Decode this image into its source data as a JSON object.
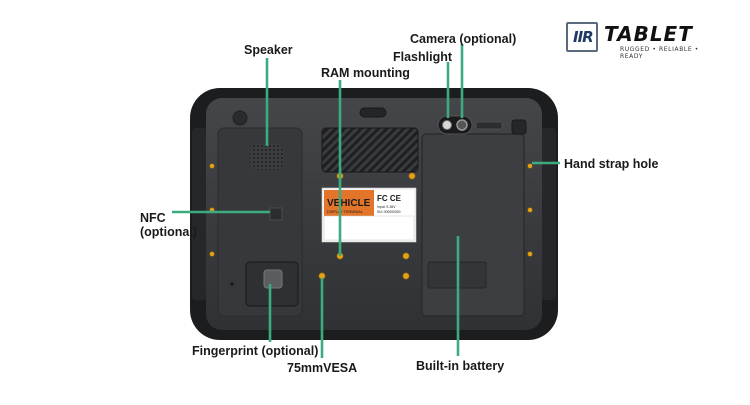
{
  "logo": {
    "mark_text": "IIR",
    "word": "TABLET",
    "tagline": "RUGGED • RELIABLE • READY"
  },
  "label_panel": {
    "brand_line1": "VEHICLE",
    "brand_line2": "DISPLAY TERMINAL",
    "cert": "FC CE",
    "input_text": "Input: 9-36V",
    "serial_text": "SN: 000000000"
  },
  "callouts": {
    "camera": "Camera (optional)",
    "flashlight": "Flashlight",
    "speaker": "Speaker",
    "ram_mounting": "RAM mounting",
    "hand_strap_hole": "Hand strap hole",
    "nfc_line1": "NFC",
    "nfc_line2": "(optional)",
    "fingerprint": "Fingerprint (optional)",
    "vesa": "75mmVESA",
    "battery": "Built-in battery"
  },
  "colors": {
    "leader": "#3cab80",
    "screw": "#e0a21b",
    "body": "#3a3c3f",
    "bumper": "#1c1d1f",
    "label_orange": "#e3752a"
  }
}
